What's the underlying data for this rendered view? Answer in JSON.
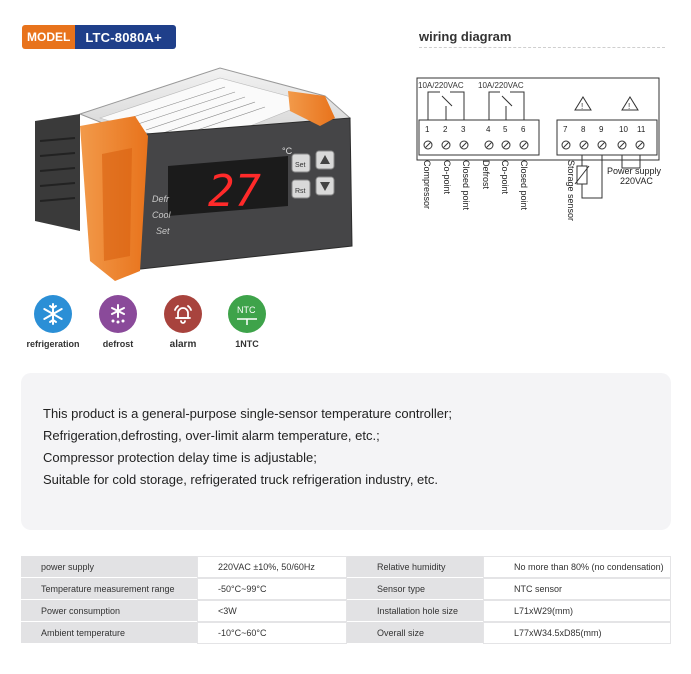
{
  "header": {
    "model_label": "MODEL",
    "model_value": "LTC-8080A+",
    "wiring_title": "wiring diagram"
  },
  "device": {
    "display_value": "27",
    "unit": "°C",
    "side_labels": [
      "Defr",
      "Cool",
      "Set"
    ],
    "buttons": {
      "set": "Set",
      "rst": "Rst"
    }
  },
  "wiring": {
    "relay1_rating": "10A/220VAC",
    "relay2_rating": "10A/220VAC",
    "terminals": [
      "1",
      "2",
      "3",
      "4",
      "5",
      "6",
      "7",
      "8",
      "9",
      "10",
      "11"
    ],
    "labels": [
      "Compressor",
      "Co-point",
      "Closed point",
      "Defrost",
      "Co-point",
      "Closed point",
      "Storage sensor",
      "Power supply",
      "220VAC"
    ]
  },
  "features": [
    {
      "label": "refrigeration",
      "icon": "snowflake-icon",
      "color": "#2b8fd6"
    },
    {
      "label": "defrost",
      "icon": "defrost-icon",
      "color": "#8a4a9a"
    },
    {
      "label": "alarm",
      "icon": "alarm-bell-icon",
      "color": "#a8433d"
    },
    {
      "label": "1NTC",
      "icon": "ntc-sensor-icon",
      "color": "#3ea34a",
      "icon_text": "NTC"
    }
  ],
  "description": [
    "This product is a general-purpose single-sensor temperature controller;",
    "Refrigeration,defrosting, over-limit alarm temperature, etc.;",
    "Compressor protection delay time is adjustable;",
    "Suitable for cold storage, refrigerated truck refrigeration industry, etc."
  ],
  "specs": [
    {
      "label": "power supply",
      "value": "220VAC ±10%, 50/60Hz",
      "label2": "Relative humidity",
      "value2": "No more than 80% (no condensation)"
    },
    {
      "label": "Temperature measurement range",
      "value": "-50°C~99°C",
      "label2": "Sensor type",
      "value2": "NTC sensor"
    },
    {
      "label": "Power consumption",
      "value": "<3W",
      "label2": "Installation hole size",
      "value2": "L71xW29(mm)"
    },
    {
      "label": "Ambient temperature",
      "value": "-10°C~60°C",
      "label2": "Overall size",
      "value2": "L77xW34.5xD85(mm)"
    }
  ]
}
